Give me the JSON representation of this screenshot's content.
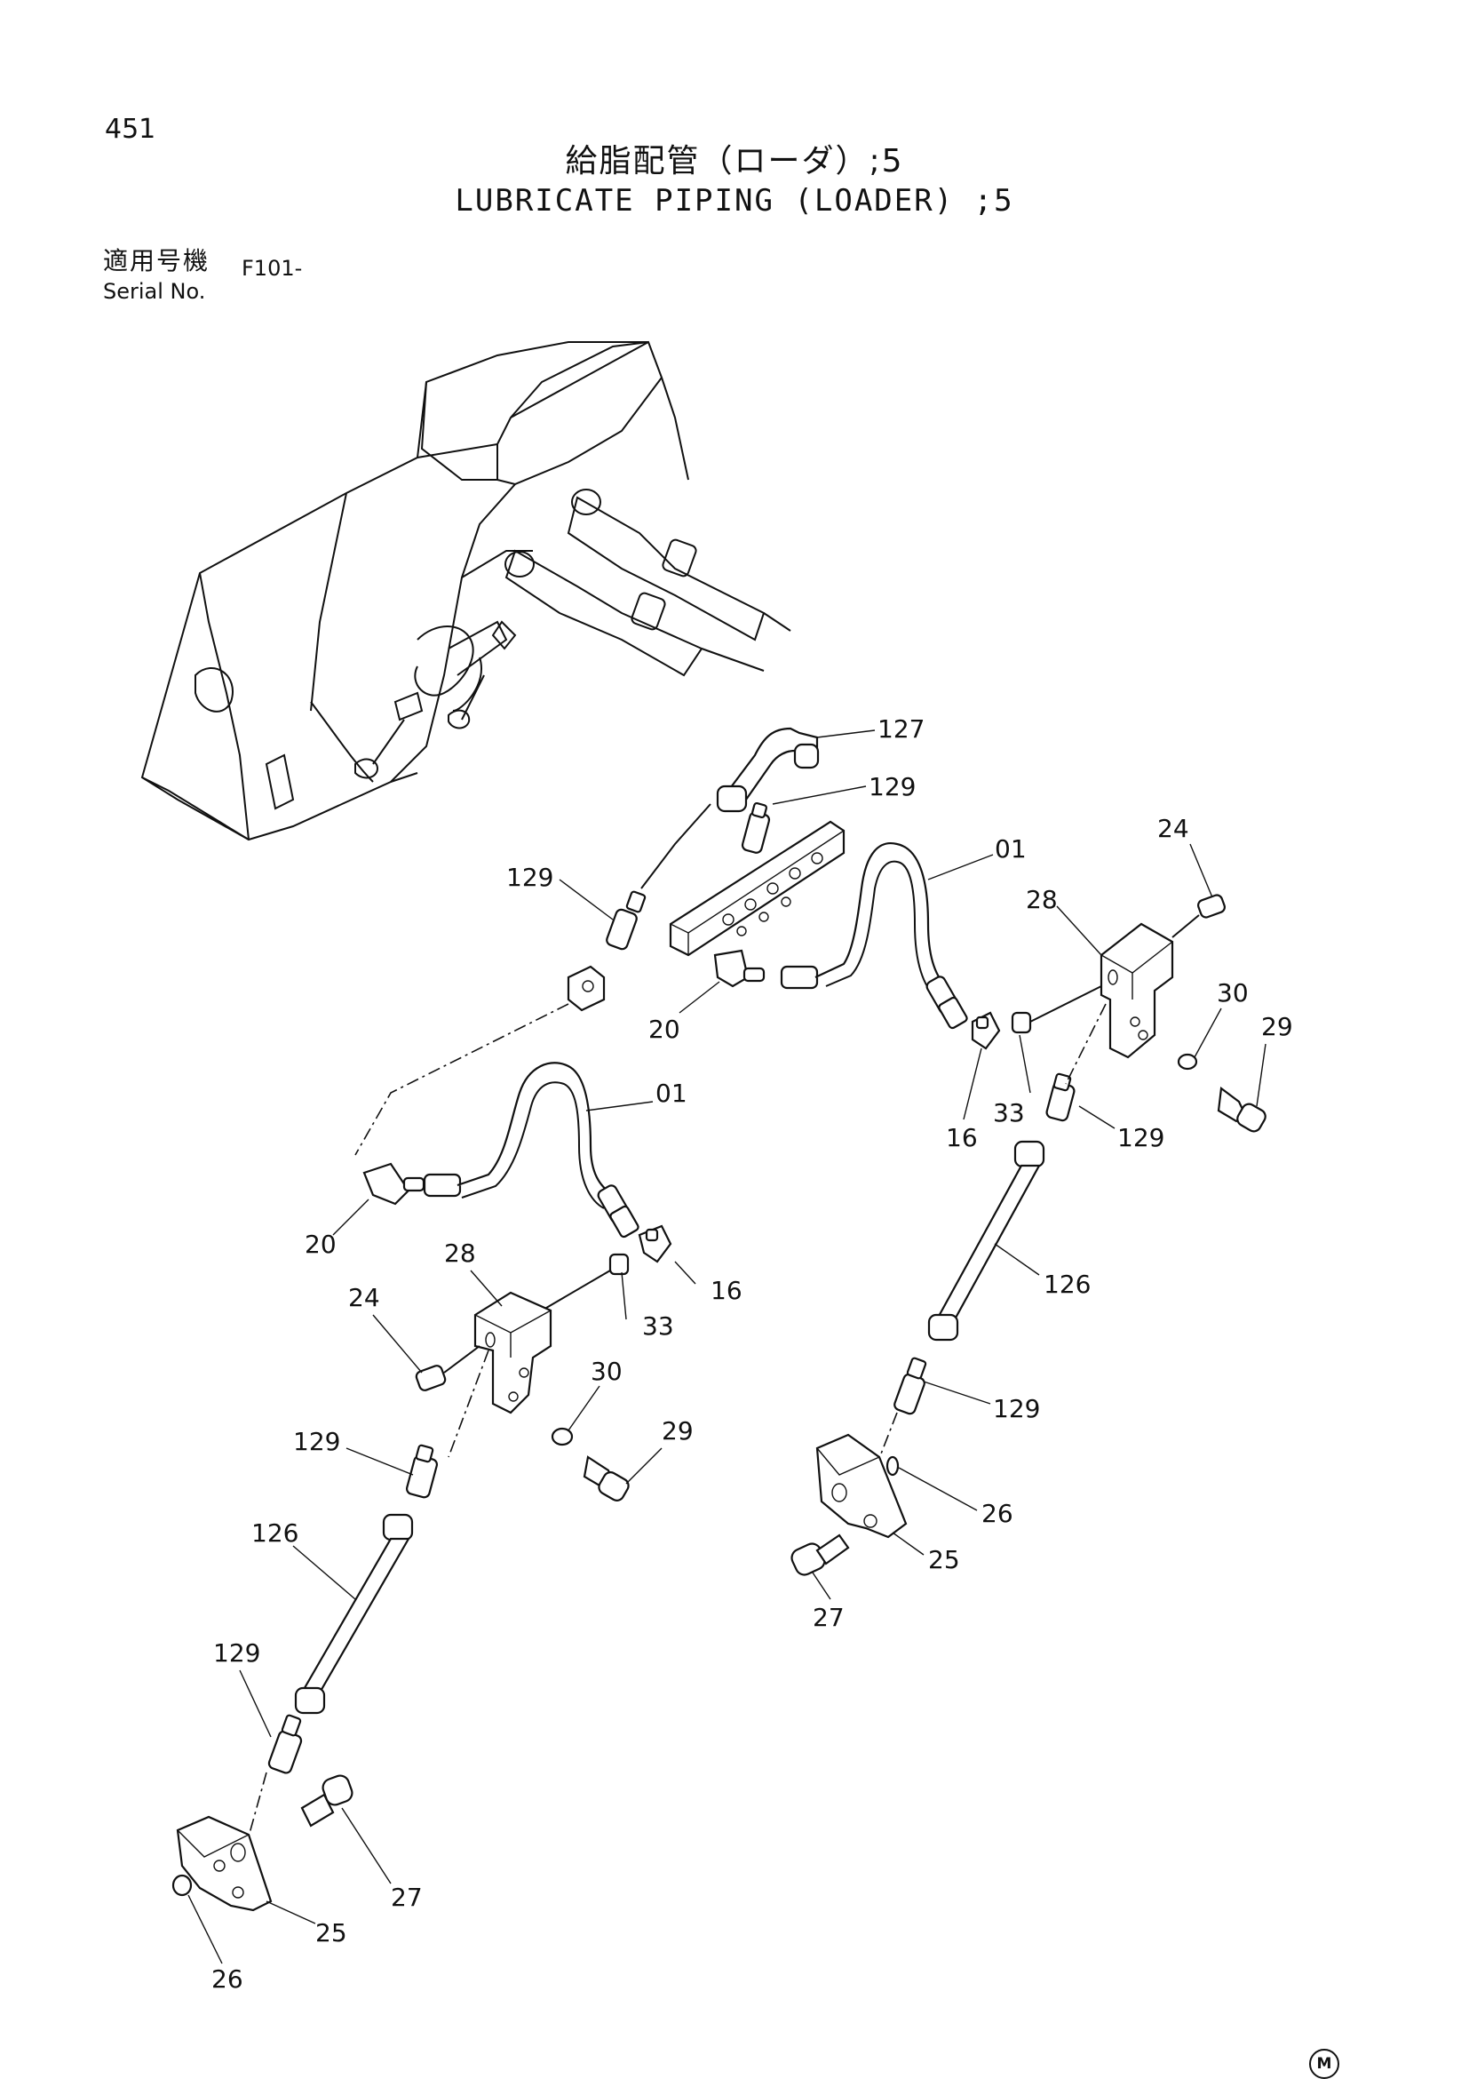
{
  "header": {
    "page_number": "451",
    "title_ja": "給脂配管（ローダ）;5",
    "title_en": "LUBRICATE PIPING (LOADER) ;5",
    "serial_label_ja": "適用号機",
    "serial_label_en": "Serial No.",
    "serial_value": "F101-"
  },
  "footer": {
    "mark": "M"
  },
  "callouts": [
    "127",
    "129",
    "129",
    "01",
    "24",
    "28",
    "20",
    "30",
    "29",
    "33",
    "16",
    "129",
    "01",
    "20",
    "16",
    "28",
    "33",
    "24",
    "126",
    "30",
    "29",
    "129",
    "129",
    "126",
    "26",
    "25",
    "27",
    "129",
    "27",
    "25",
    "26"
  ]
}
